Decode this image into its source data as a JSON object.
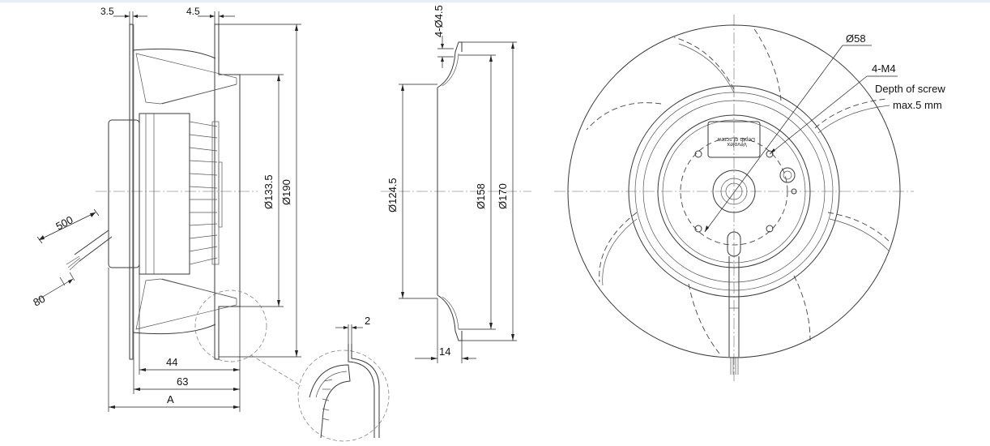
{
  "side_view": {
    "dim_flange_thickness": "3.5",
    "dim_wall_thickness": "4.5",
    "dim_inner_diameter": "Ø133.5",
    "dim_outer_diameter": "Ø190",
    "dim_cable_length": "500",
    "dim_strip_length": "80",
    "dim_depth_44": "44",
    "dim_depth_63": "63",
    "dim_overall": "A"
  },
  "detail_view": {
    "dim_sheet": "2"
  },
  "nozzle_view": {
    "dim_holes": "4-Ø4.5",
    "dim_inlet": "Ø124.5",
    "dim_bolt_circle": "Ø158",
    "dim_outer": "Ø170",
    "dim_depth": "14"
  },
  "front_view": {
    "dim_hub": "Ø58",
    "dim_screws": "4-M4",
    "note_line1": "Depth of screw",
    "note_line2": "max.5 mm",
    "label_text": "Depth of screw",
    "label_brand": "Vevolex"
  }
}
